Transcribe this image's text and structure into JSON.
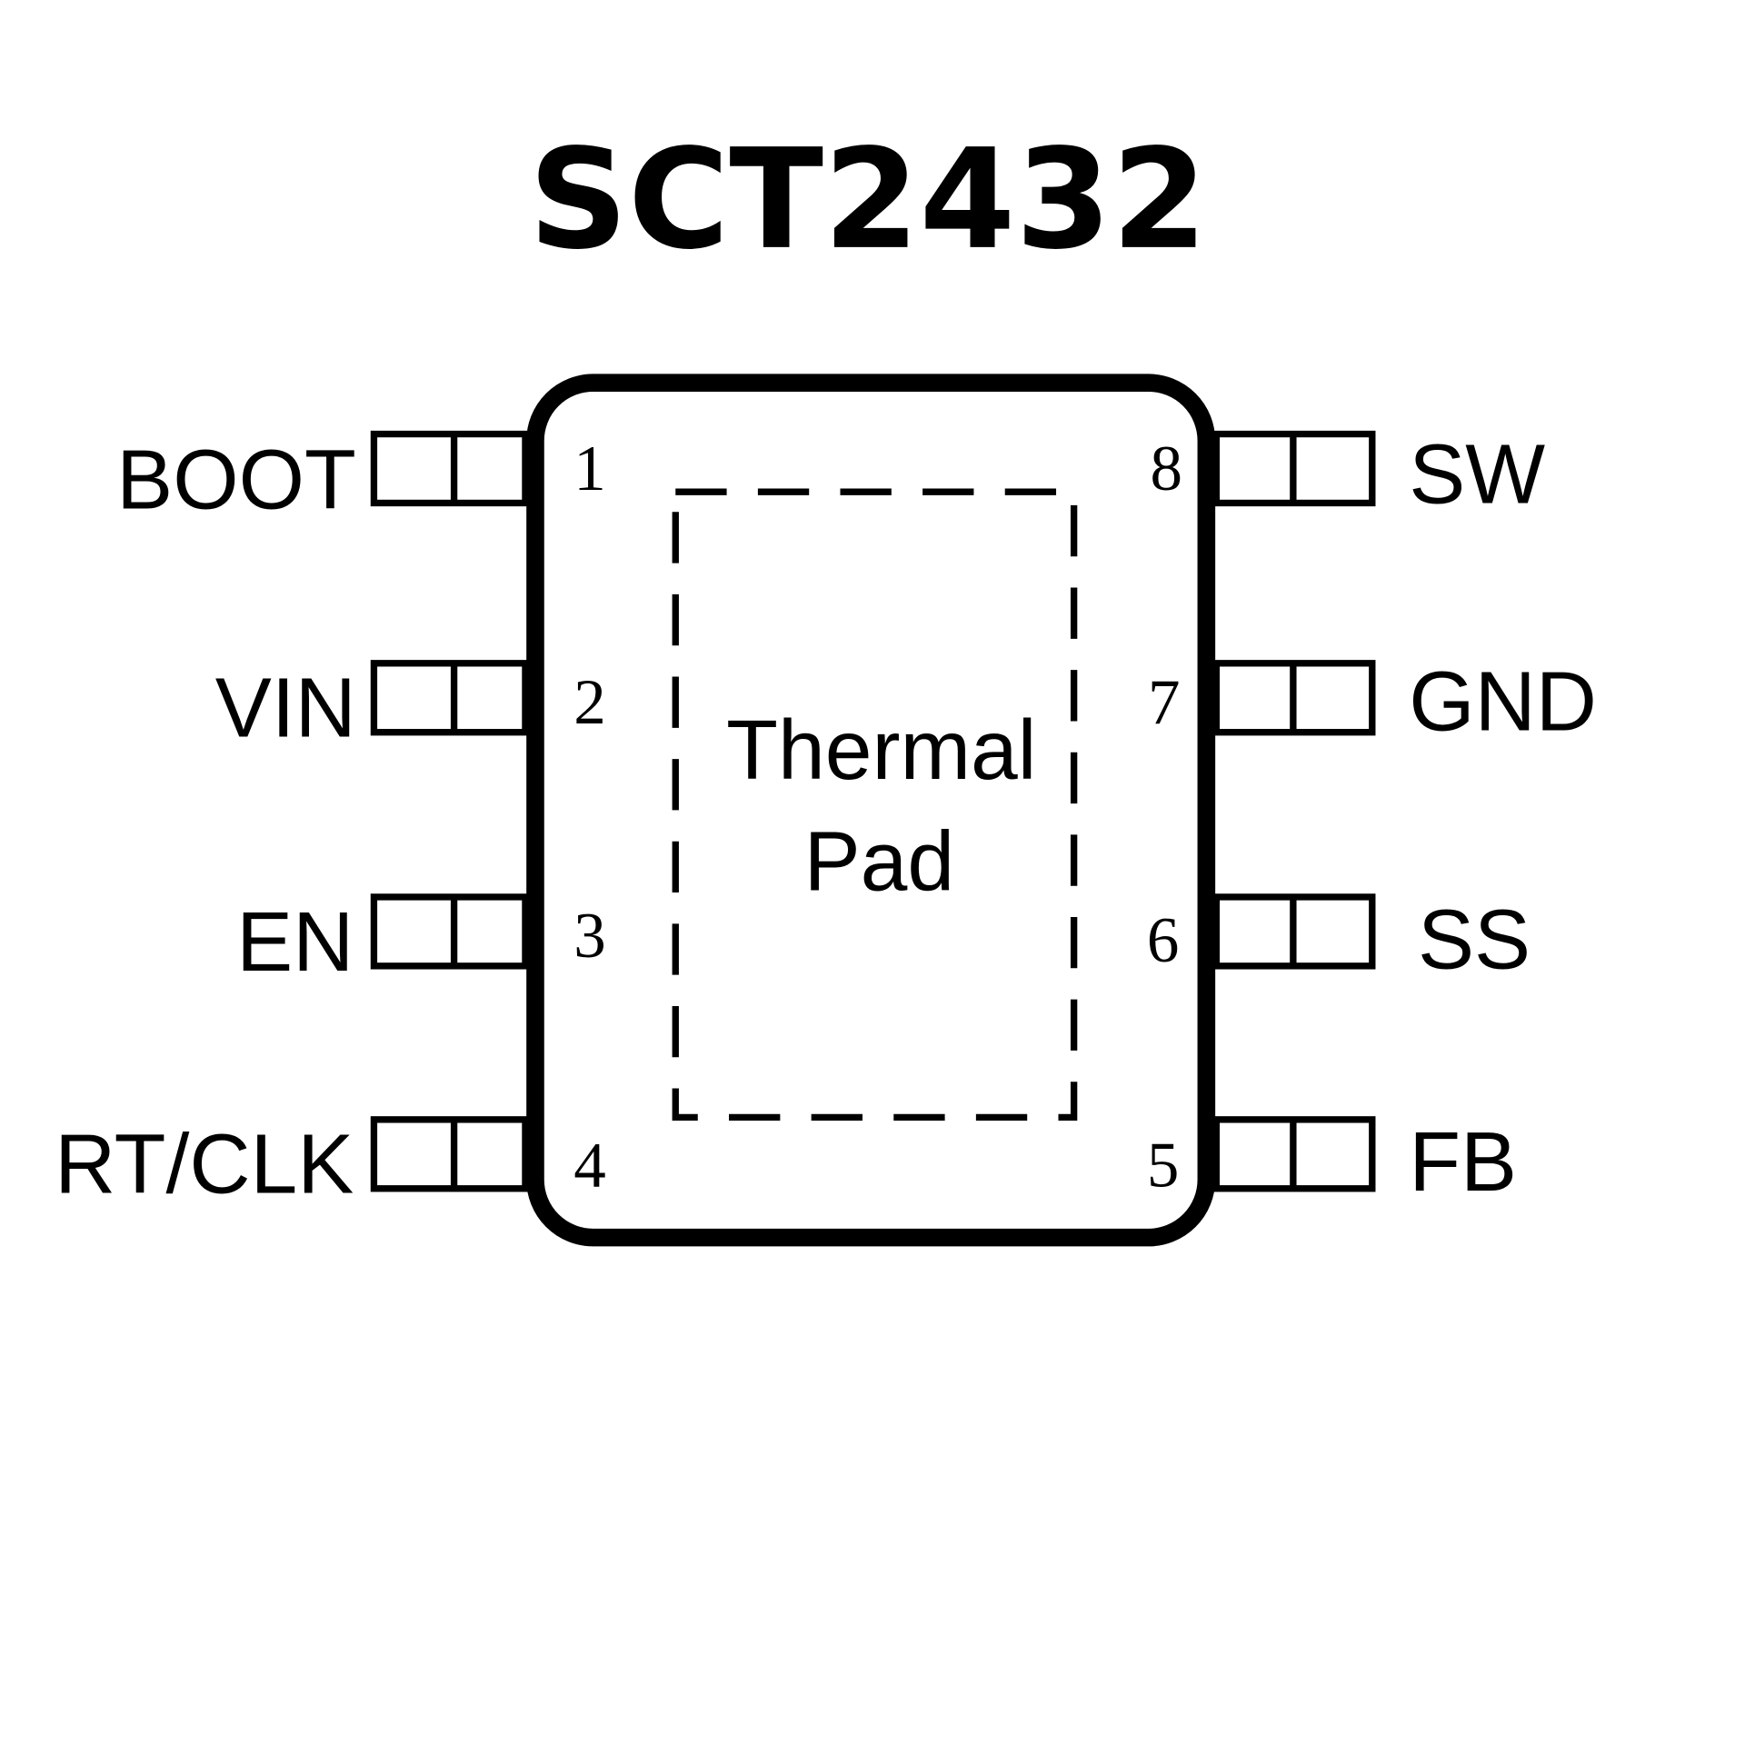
{
  "title": "SCT2432",
  "thermal_pad": {
    "line1": "Thermal",
    "line2": "Pad"
  },
  "pins_left": [
    {
      "number": "1",
      "name": "BOOT"
    },
    {
      "number": "2",
      "name": "VIN"
    },
    {
      "number": "3",
      "name": "EN"
    },
    {
      "number": "4",
      "name": "RT/CLK"
    }
  ],
  "pins_right": [
    {
      "number": "8",
      "name": "SW"
    },
    {
      "number": "7",
      "name": "GND"
    },
    {
      "number": "6",
      "name": "SS"
    },
    {
      "number": "5",
      "name": "FB"
    }
  ]
}
